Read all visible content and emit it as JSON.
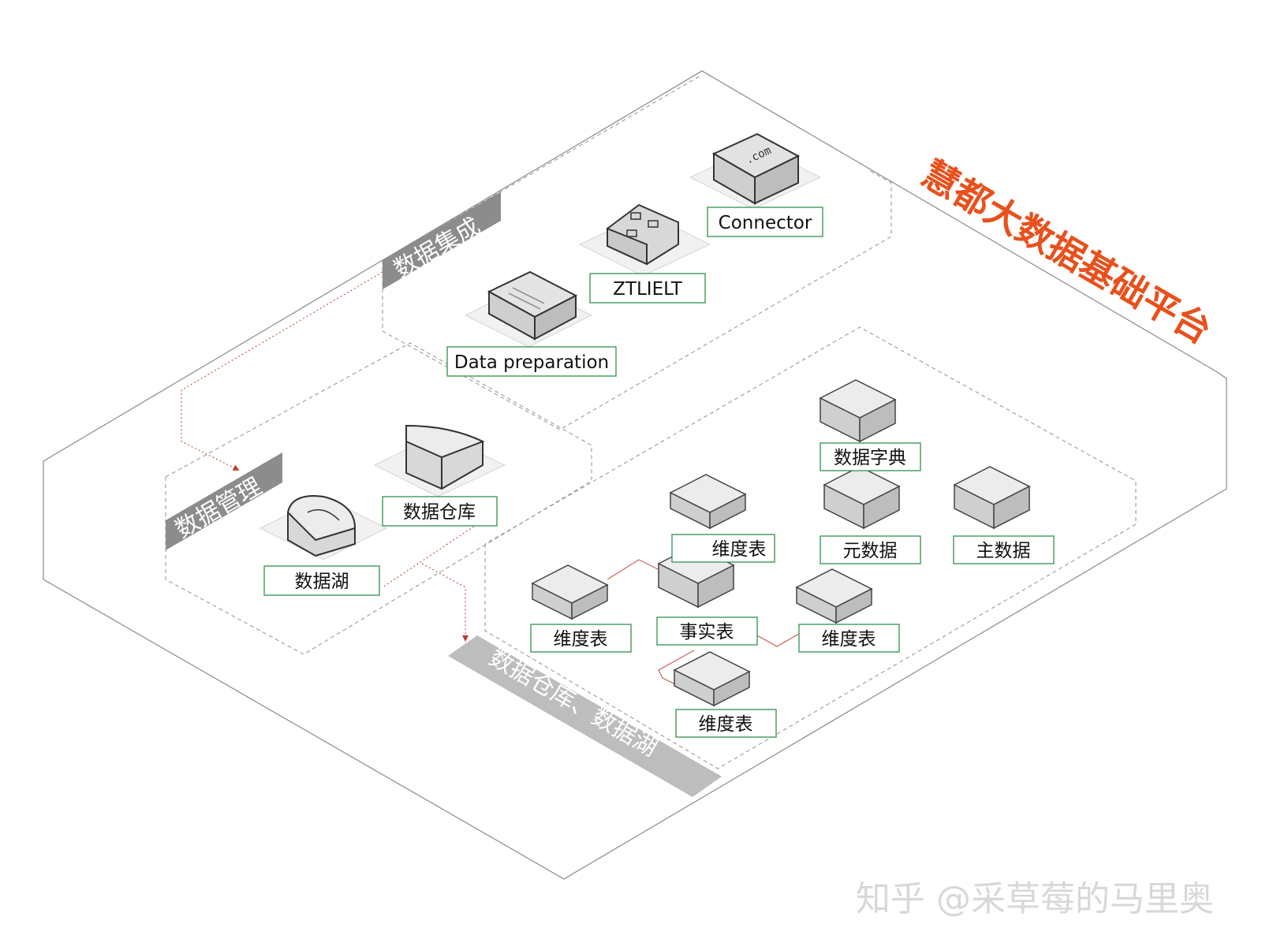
{
  "title": "慧都大数据基础平台",
  "watermark": "知乎 @采草莓的马里奥",
  "colors": {
    "accent": "#e8501c",
    "label_border": "#3f9a5b",
    "band": "#8c8c8c",
    "connector": "#c0392b"
  },
  "sections": {
    "integration": {
      "title": "数据集成",
      "items": [
        {
          "label": "Connector",
          "icon": "web-domain-icon"
        },
        {
          "label": "ZTLIELT",
          "icon": "etl-flow-icon"
        },
        {
          "label": "Data preparation",
          "icon": "data-preparation-icon"
        }
      ]
    },
    "management": {
      "title": "数据管理",
      "items": [
        {
          "label": "数据仓库",
          "icon": "warehouse-icon"
        },
        {
          "label": "数据湖",
          "icon": "data-lake-icon"
        }
      ]
    },
    "warehouse_lake": {
      "title": "数据仓库、数据湖",
      "items": [
        {
          "label": "数据字典",
          "icon": "data-dictionary-icon"
        },
        {
          "label": "维度表",
          "icon": "dimension-table-icon"
        },
        {
          "label": "元数据",
          "icon": "metadata-icon"
        },
        {
          "label": "主数据",
          "icon": "master-data-icon"
        },
        {
          "label": "维度表",
          "icon": "dimension-table-icon"
        },
        {
          "label": "事实表",
          "icon": "fact-table-icon"
        },
        {
          "label": "维度表",
          "icon": "dimension-table-icon"
        },
        {
          "label": "维度表",
          "icon": "dimension-table-icon"
        }
      ]
    }
  }
}
